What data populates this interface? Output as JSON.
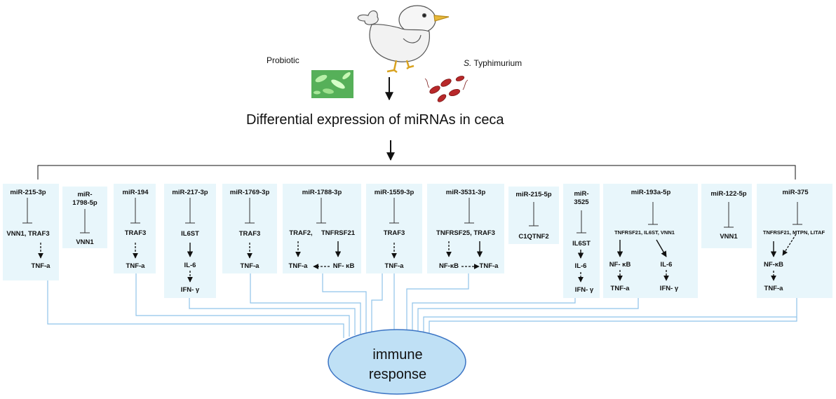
{
  "header": {
    "probiotic_label": "Probiotic",
    "pathogen_italic": "S.",
    "pathogen_name": "Typhimurium",
    "main_title": "Differential expression of miRNAs in ceca"
  },
  "icons": {
    "chicken": "chicken-illustration",
    "probiotic": "probiotic-bacteria-image",
    "pathogen": "salmonella-bacteria-image"
  },
  "colors": {
    "box_fill": "#e8f6fb",
    "connector": "#8fc3ea",
    "ellipse_fill": "#bfe0f5",
    "ellipse_stroke": "#3b74c4"
  },
  "mirnas": [
    {
      "name": "miR-215-3p",
      "targets": "VNN1, TRAF3",
      "effects": [
        "TNF-a"
      ]
    },
    {
      "name_lines": [
        "miR-",
        "1798-5p"
      ],
      "targets": "VNN1",
      "effects": []
    },
    {
      "name": "miR-194",
      "targets": "TRAF3",
      "effects": [
        "TNF-a"
      ]
    },
    {
      "name": "miR-217-3p",
      "targets": "IL6ST",
      "effects": [
        "IL-6",
        "IFN- γ"
      ]
    },
    {
      "name": "miR-1769-3p",
      "targets": "TRAF3",
      "effects": [
        "TNF-a"
      ]
    },
    {
      "name": "miR-1788-3p",
      "targets": [
        "TRAF2,",
        "TNFRSF21"
      ],
      "effects": [
        "TNF-a",
        "NF- κB"
      ]
    },
    {
      "name": "miR-1559-3p",
      "targets": "TRAF3",
      "effects": [
        "TNF-a"
      ]
    },
    {
      "name": "miR-3531-3p",
      "targets": "TNFRSF25, TRAF3",
      "effects": [
        "NF-κB",
        "TNF-a"
      ]
    },
    {
      "name": "miR-215-5p",
      "targets": "C1QTNF2",
      "effects": []
    },
    {
      "name_lines": [
        "miR-",
        "3525"
      ],
      "targets": "IL6ST",
      "effects": [
        "IL-6",
        "IFN- γ"
      ]
    },
    {
      "name": "miR-193a-5p",
      "targets": "TNFRSF21, IL6ST, VNN1",
      "effects": [
        "NF- κB",
        "TNF-a",
        "IL-6",
        "IFN- γ"
      ]
    },
    {
      "name": "miR-122-5p",
      "targets": "VNN1",
      "effects": []
    },
    {
      "name": "miR-375",
      "targets": "TNFRSF21, MTPN, LITAF",
      "effects": [
        "NF-κB",
        "TNF-a"
      ]
    }
  ],
  "outcome": {
    "line1": "immune",
    "line2": "response"
  }
}
